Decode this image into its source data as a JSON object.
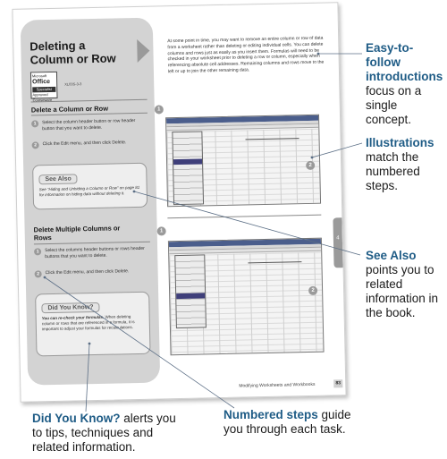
{
  "page": {
    "title": "Deleting a Column or Row",
    "logo": {
      "ms": "Microsoft",
      "office": "Office",
      "badge": "Specialist",
      "sub": "Approved Courseware",
      "code": "XL03S-3-3"
    },
    "section1": {
      "heading": "Delete a Column or Row",
      "steps": [
        {
          "num": "1",
          "text": "Select the column header button or row header button that you want to delete."
        },
        {
          "num": "2",
          "text": "Click the Edit menu, and then click Delete."
        }
      ]
    },
    "see_also": {
      "title": "See Also",
      "body": "See “Hiding and Unhiding a Column or Row” on page 81 for information on hiding data without deleting it."
    },
    "section2": {
      "heading": "Delete Multiple Columns or Rows",
      "steps": [
        {
          "num": "1",
          "text": "Select the columns header buttons or rows header buttons that you want to delete."
        },
        {
          "num": "2",
          "text": "Click the Edit menu, and then click Delete."
        }
      ]
    },
    "did_you_know": {
      "title": "Did You Know?",
      "lead": "You can re-check your formulas.",
      "body": "When deleting column or rows that are referenced in a formula, it is important to adjust your formulas for recalculations."
    },
    "intro": "At some point in time, you may want to remove an entire column or row of data from a worksheet rather than deleting or editing individual cells. You can delete columns and rows just as easily as you insert them. Formulas will need to be checked in your worksheet prior to deleting a row or column, especially when referencing absolute cell addresses. Remaining columns and rows move to the left or up to join the other remaining data.",
    "callouts": [
      "1",
      "2",
      "1",
      "2"
    ],
    "tab_label": "4",
    "footer_text": "Modifying Worksheets and Workbooks",
    "footer_page": "83"
  },
  "annotations": {
    "intro": {
      "highlight": "Easy-to-follow introductions",
      "rest": " focus on a single concept."
    },
    "illustrations": {
      "highlight": "Illustrations",
      "rest": " match the numbered steps."
    },
    "see_also": {
      "highlight": "See Also",
      "rest": " points you to related information in the book."
    },
    "did_you_know": {
      "highlight": "Did You Know?",
      "rest": " alerts you to tips, techniques and related information."
    },
    "numbered_steps": {
      "highlight": "Numbered steps",
      "rest": " guide you through each task."
    }
  },
  "colors": {
    "highlight": "#1f5c86",
    "sidebar": "#d3d3d3",
    "accent_gray": "#9a9a9a"
  }
}
